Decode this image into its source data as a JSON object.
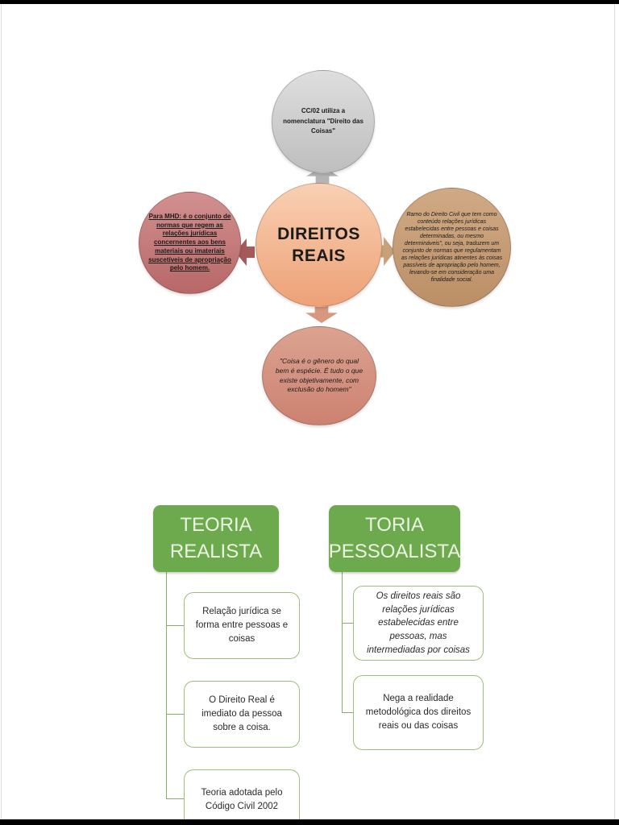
{
  "radial": {
    "center": {
      "label": "DIREITOS REAIS"
    },
    "top": {
      "text": "CC/02 utiliza a nomenclatura \"Direito das Coisas\""
    },
    "left": {
      "text": "Para MHD: é o conjunto de normas que regem as relações jurídicas concernentes aos bens materiais ou imateriais suscetíveis de apropriação pelo homem."
    },
    "right": {
      "text": "Ramo do Direito Civil que tem como conteúdo relações jurídicas estabelecidas entre pessoas e coisas determinadas, ou mesmo determináveis\", ou seja, traduzem um conjunto de normas que regulamentam as relações jurídicas atinentes às coisas passíveis de apropriação pelo homem, levando-se em consideração uma finalidade social."
    },
    "bottom": {
      "text": "\"Coisa é o gênero do qual bem é espécie. É tudo o que existe objetivamente, com exclusão do homem\""
    }
  },
  "hierarchy": {
    "left": {
      "header": "TEORIA REALISTA",
      "items": [
        "Relação jurídica se forma entre pessoas e coisas",
        "O Direito Real é imediato da pessoa sobre a coisa.",
        "Teoria adotada pelo Código Civil 2002"
      ]
    },
    "right": {
      "header": "TORIA PESSOALISTA",
      "items": [
        "Os direitos reais são relações jurídicas estabelecidas entre pessoas, mas intermediadas por coisas",
        "Nega a realidade metodológica dos direitos reais ou das coisas"
      ]
    }
  },
  "colors": {
    "frame": "#000000",
    "center_fill_top": "#f9d0b4",
    "center_fill_bottom": "#eda176",
    "top_fill_top": "#dedede",
    "top_fill_bottom": "#bfbebe",
    "left_fill_top": "#d29090",
    "left_fill_bottom": "#b76767",
    "right_fill_top": "#d0aa85",
    "right_fill_bottom": "#bb8f66",
    "bottom_fill_top": "#dca391",
    "bottom_fill_bottom": "#cc8170",
    "arrow_up": "#b5b4b4",
    "arrow_down": "#d8987f",
    "arrow_left": "#a65959",
    "arrow_right": "#c8a17b",
    "header_green": "#6caa4d",
    "header_text": "#ecf5e2",
    "item_border": "#9cbf7d",
    "connector": "#86ae68"
  }
}
